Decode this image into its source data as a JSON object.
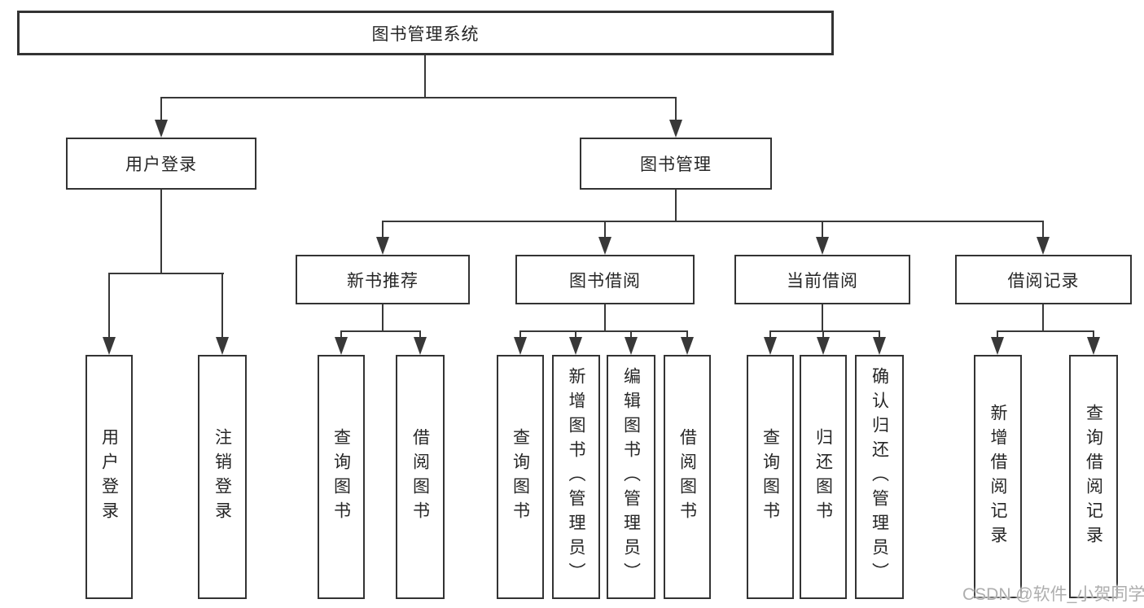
{
  "diagram": {
    "root": {
      "label": "图书管理系统"
    },
    "branches": {
      "user_login": {
        "label": "用户登录",
        "children": [
          "用户登录",
          "注销登录"
        ]
      },
      "book_management": {
        "label": "图书管理",
        "children": {
          "new_books": {
            "label": "新书推荐",
            "children": [
              "查询图书",
              "借阅图书"
            ]
          },
          "book_borrow": {
            "label": "图书借阅",
            "children": [
              "查询图书",
              "新增图书（管理员）",
              "编辑图书（管理员）",
              "借阅图书"
            ]
          },
          "current_borrow": {
            "label": "当前借阅",
            "children": [
              "查询图书",
              "归还图书",
              "确认归还（管理员）"
            ]
          },
          "borrow_records": {
            "label": "借阅记录",
            "children": [
              "新增借阅记录",
              "查询借阅记录"
            ]
          }
        }
      }
    },
    "colors": {
      "line": "#383838",
      "border": "#333333",
      "text": "#262626",
      "watermark": "#aeaeae"
    }
  },
  "watermark": {
    "text": "CSDN @软件_小贺同学"
  }
}
